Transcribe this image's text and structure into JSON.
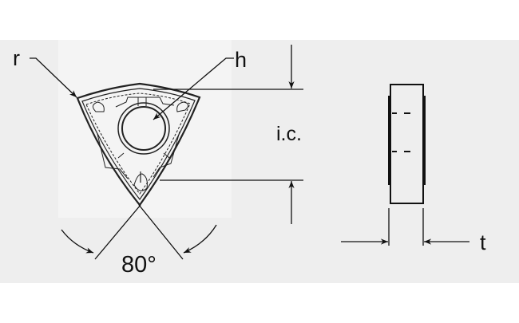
{
  "diagram": {
    "labels": {
      "corner_radius": "r",
      "hole_diameter": "h",
      "inscribed_circle": "i.c.",
      "thickness": "t",
      "included_angle": "80°"
    },
    "colors": {
      "band": "#eeeeee",
      "panel": "#f4f4f4",
      "ink": "#111111"
    }
  }
}
